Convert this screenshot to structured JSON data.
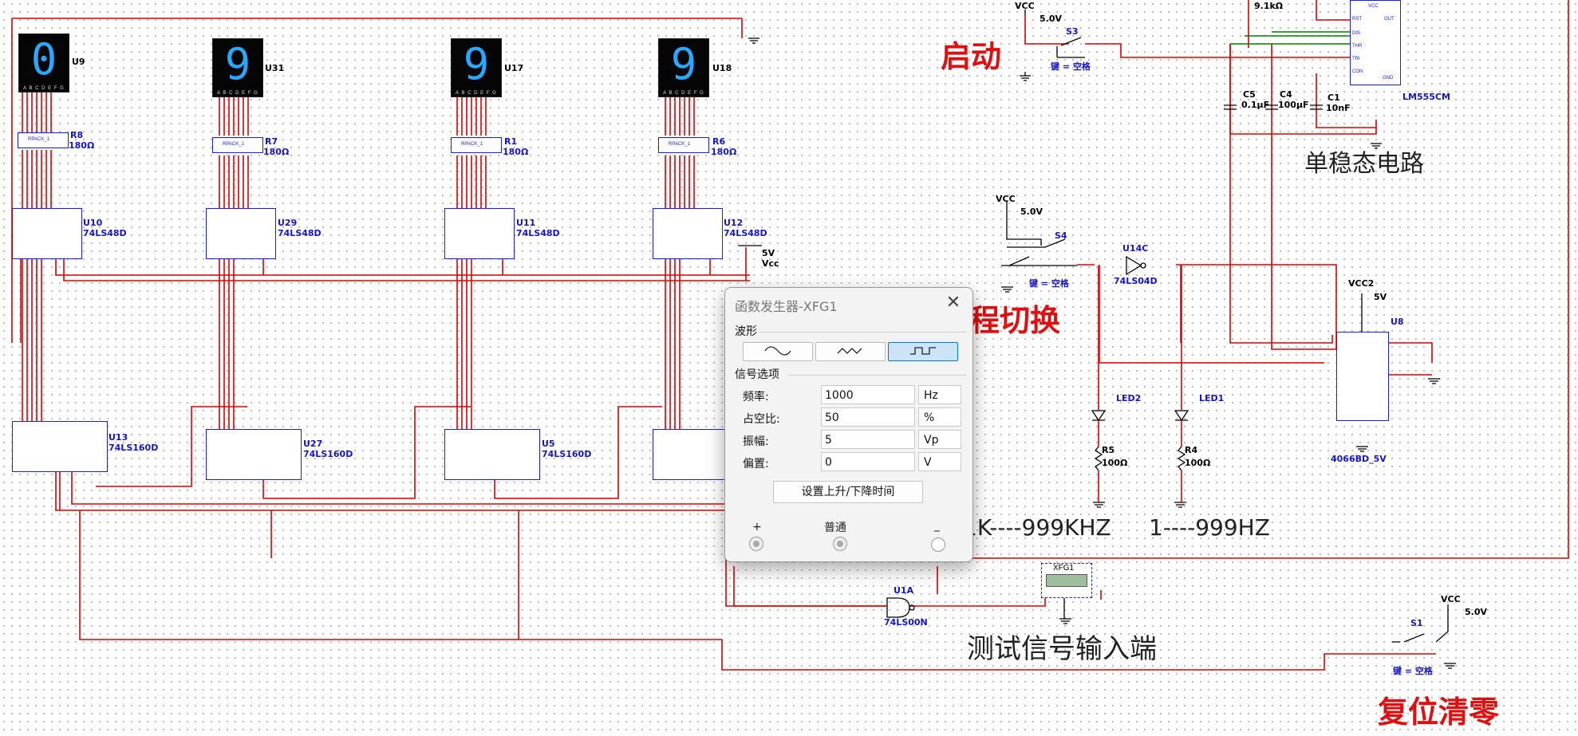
{
  "displays": [
    {
      "ref": "U9",
      "digit": "0"
    },
    {
      "ref": "U31",
      "digit": "9"
    },
    {
      "ref": "U17",
      "digit": "9"
    },
    {
      "ref": "U18",
      "digit": "9"
    }
  ],
  "display_pins": "A B C D E F G",
  "resistor_packs": [
    {
      "ref": "R8",
      "value": "180Ω",
      "part": "RPACK_1"
    },
    {
      "ref": "R7",
      "value": "180Ω",
      "part": "RPACK_1"
    },
    {
      "ref": "R1",
      "value": "180Ω",
      "part": "RPACK_1"
    },
    {
      "ref": "R6",
      "value": "180Ω",
      "part": "RPACK_1"
    }
  ],
  "decoders": [
    {
      "ref": "U10",
      "part": "74LS48D"
    },
    {
      "ref": "U29",
      "part": "74LS48D"
    },
    {
      "ref": "U11",
      "part": "74LS48D"
    },
    {
      "ref": "U12",
      "part": "74LS48D"
    }
  ],
  "counters": [
    {
      "ref": "U13",
      "part": "74LS160D"
    },
    {
      "ref": "U27",
      "part": "74LS160D"
    },
    {
      "ref": "U5",
      "part": "74LS160D"
    }
  ],
  "power_5v": {
    "value": "5V",
    "name": "Vcc"
  },
  "vcc_label": "VCC",
  "vcc_value": "5.0V",
  "switches": {
    "s3": "S3",
    "s4": "S4",
    "s1": "S1",
    "key_label": "键 = 空格"
  },
  "timer": {
    "resistor": "9.1kΩ",
    "part": "LM555CM",
    "pins": [
      "VCC",
      "RST",
      "DIS",
      "THR",
      "TRI",
      "CON",
      "OUT",
      "GND"
    ]
  },
  "caps": [
    {
      "ref": "C5",
      "value": "0.1μF"
    },
    {
      "ref": "C4",
      "value": "100μF"
    },
    {
      "ref": "C1",
      "value": "10nF"
    }
  ],
  "inverter": {
    "ref": "U14C",
    "part": "74LS04D"
  },
  "leds": [
    {
      "ref": "LED2",
      "res": "R5",
      "val": "100Ω"
    },
    {
      "ref": "LED1",
      "res": "R4",
      "val": "100Ω"
    }
  ],
  "switch_ic": {
    "ref": "U8",
    "part": "4066BD_5V",
    "vcc": "VCC2",
    "vcc_val": "5V"
  },
  "nand": {
    "ref": "U1A",
    "part": "74LS00N"
  },
  "xfg_label": "XFG1",
  "annotations": {
    "start": "启动",
    "monostable": "单稳态电路",
    "range_switch": "程切换",
    "range_khz": "1K----999KHZ",
    "range_hz": "1----999HZ",
    "test_input": "测试信号输入端",
    "reset": "复位清零"
  },
  "dialog": {
    "title": "函数发生器-XFG1",
    "close_label": "✕",
    "waveform_section": "波形",
    "signal_section": "信号选项",
    "selected_waveform": "square",
    "params": [
      {
        "label": "频率:",
        "value": "1000",
        "unit": "Hz"
      },
      {
        "label": "占空比:",
        "value": "50",
        "unit": "%"
      },
      {
        "label": "振幅:",
        "value": "5",
        "unit": "Vp"
      },
      {
        "label": "偏置:",
        "value": "0",
        "unit": "V"
      }
    ],
    "rise_fall_button": "设置上升/下降时间",
    "terminals": {
      "plus": "+",
      "common": "普通",
      "minus": "_"
    }
  }
}
